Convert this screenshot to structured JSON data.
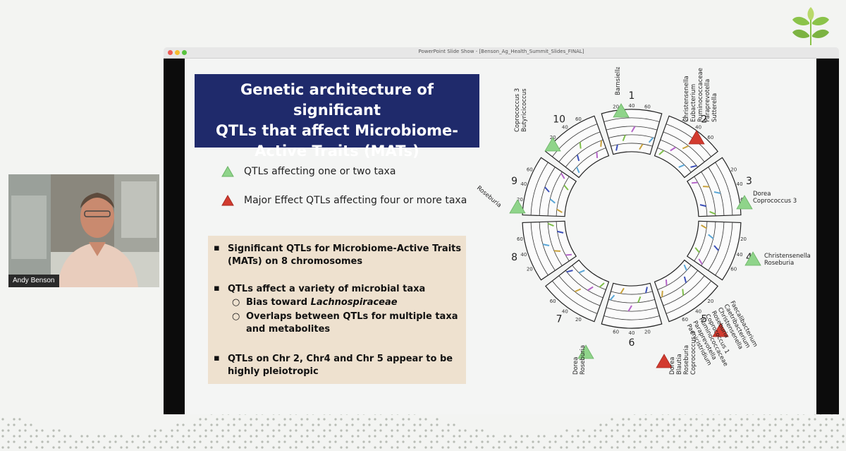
{
  "window": {
    "title": "PowerPoint Slide Show - [Benson_Ag_Health_Summit_Slides_FINAL]"
  },
  "participant": {
    "name": "Andy Benson"
  },
  "slide": {
    "title_lines": [
      "Genetic architecture of significant",
      "QTLs that affect Microbiome-",
      "Active Traits (MATs)"
    ],
    "legend": [
      {
        "label": "QTLs affecting one or two taxa",
        "color": "#8fd48a"
      },
      {
        "label": "Major Effect QTLs affecting four or more taxa",
        "color": "#d23b2f"
      }
    ],
    "bullets": [
      {
        "text_lines": [
          "Significant QTLs for Microbiome-Active Traits",
          "(MATs) on 8 chromosomes"
        ]
      },
      {
        "text_lines": [
          "QTLs affect a variety of microbial taxa"
        ],
        "sub": [
          {
            "parts": [
              "Bias toward ",
              "Lachnospiraceae"
            ]
          },
          {
            "text_lines": [
              "Overlaps between QTLs for multiple taxa",
              "and metabolites"
            ]
          }
        ]
      },
      {
        "text_lines": [
          "QTLs on Chr 2, Chr4 and Chr 5 appear to be",
          "highly pleiotropic"
        ]
      }
    ],
    "circos": {
      "chromosomes": [
        "1",
        "2",
        "3",
        "4",
        "5",
        "6",
        "7",
        "8",
        "9",
        "10"
      ],
      "ticks": [
        "20",
        "40",
        "60"
      ],
      "annotations": [
        {
          "chr": "1",
          "color": "#8fd48a",
          "taxa": [
            "Barnsiella"
          ]
        },
        {
          "chr": "2",
          "color": "#d23b2f",
          "taxa": [
            "Christensenella",
            "Eubacterium",
            "Ruminococcaceae",
            "Paraprevotella",
            "Sutterella"
          ]
        },
        {
          "chr": "3a",
          "color": "#8fd48a",
          "taxa": [
            "Dorea",
            "Coprococcus 3"
          ]
        },
        {
          "chr": "3b",
          "color": "#8fd48a",
          "taxa": [
            "Christensenella",
            "Roseburia"
          ]
        },
        {
          "chr": "4",
          "color": "#d23b2f",
          "taxa": [
            "Faecalibacterium",
            "Caetribacterium",
            "Christensenella",
            "Roseburia",
            "Coprococcus 1",
            "Ruminococcaceae",
            "Paraprevotella",
            "Paenicistridium"
          ]
        },
        {
          "chr": "5",
          "color": "#d23b2f",
          "taxa": [
            "Dorea",
            "Blautia",
            "Roseburia",
            "Coprococcus 3"
          ]
        },
        {
          "chr": "6",
          "color": "#8fd48a",
          "taxa": [
            "Dorea",
            "Roseburia"
          ]
        },
        {
          "chr": "9",
          "color": "#8fd48a",
          "taxa": [
            "Roseburia"
          ]
        },
        {
          "chr": "10",
          "color": "#8fd48a",
          "taxa": [
            "Coprococcus 3",
            "Butyricicoccus"
          ]
        }
      ]
    }
  }
}
